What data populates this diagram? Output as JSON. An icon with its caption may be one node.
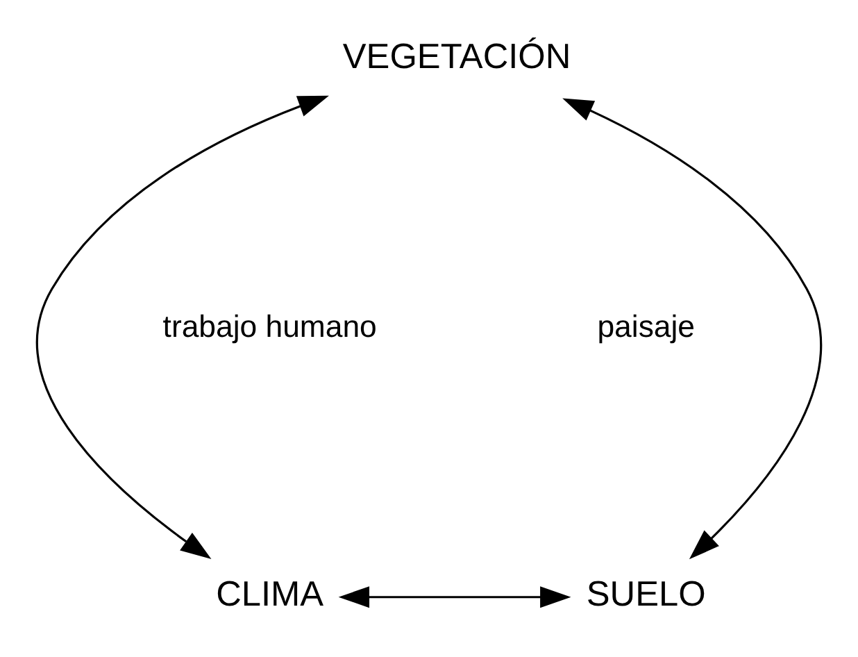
{
  "diagram": {
    "nodes": [
      {
        "text": [
          "VEGETACIÓN"
        ]
      },
      {
        "text": [
          "CLIMA"
        ]
      },
      {
        "text": [
          "SUELO"
        ]
      }
    ],
    "edges": [
      {
        "from": 0,
        "to": 1,
        "arrow": "both"
      },
      {
        "from": 0,
        "to": 2,
        "arrow": "both"
      },
      {
        "from": 1,
        "to": 2,
        "arrow": "both"
      }
    ],
    "labels": [
      "trabajo humano",
      "paisaje"
    ]
  }
}
